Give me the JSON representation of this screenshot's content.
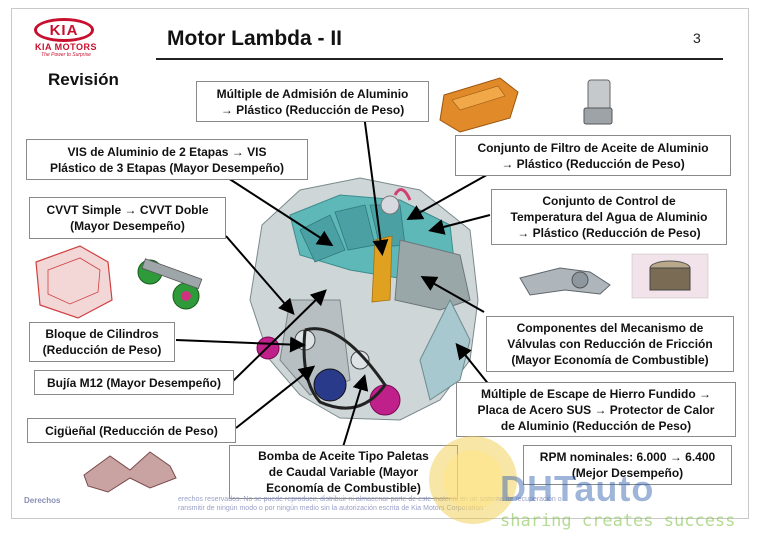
{
  "header": {
    "logo_oval": "KIA",
    "logo_name": "KIA MOTORS",
    "logo_tagline": "The Power to Surprise",
    "title": "Motor Lambda - II",
    "page_number": "3",
    "section": "Revisión"
  },
  "callouts": {
    "intake": [
      "Múltiple de Admisión de Aluminio",
      "→ Plástico (Reducción de Peso)"
    ],
    "vis": [
      "VIS de Aluminio de 2 Etapas → VIS",
      "Plástico de 3 Etapas (Mayor Desempeño)"
    ],
    "cvvt": [
      "CVVT Simple → CVVT Doble",
      "(Mayor Desempeño)"
    ],
    "block": [
      "Bloque de Cilindros",
      "(Reducción de Peso)"
    ],
    "spark": [
      "Bujía M12 (Mayor Desempeño)"
    ],
    "crank": [
      "Cigüeñal (Reducción de Peso)"
    ],
    "oil_pump": [
      "Bomba de Aceite Tipo Paletas",
      "de Caudal Variable (Mayor",
      "Economía de Combustible)"
    ],
    "oil_filter": [
      "Conjunto de Filtro de Aceite  de Aluminio",
      "→ Plástico (Reducción de Peso)"
    ],
    "coolant": [
      "Conjunto de Control de",
      "Temperatura del Agua de Aluminio",
      "→ Plástico (Reducción de Peso)"
    ],
    "valvetrain": [
      "Componentes del Mecanismo de",
      "Válvulas con Reducción de Fricción",
      "(Mayor Economía de Combustible)"
    ],
    "exhaust": [
      "Múltiple de Escape de Hierro Fundido →",
      "Placa de Acero SUS → Protector de Calor",
      "de Aluminio (Reducción de Peso)"
    ],
    "rpm": [
      "RPM nominales: 6.000 → 6.400",
      "(Mejor Desempeño)"
    ]
  },
  "footer": {
    "left": "Derechos",
    "line1": "erechos reservados. No se puede reproducir, distribuir ni almacenar parte de este material en un sistema de recuperación o",
    "line2": "ransmitir de ningún modo o por ningún medio sin la autorización escrita de Kia Motors Corporation"
  },
  "watermark": {
    "brand": "DHTauto",
    "slogan": "sharing creates success"
  },
  "colors": {
    "kia_red": "#c8102e",
    "leader_line": "#000000",
    "engine_teal": "#5fb8b8",
    "engine_magenta": "#c0208a",
    "part_orange": "#e08a2a"
  }
}
